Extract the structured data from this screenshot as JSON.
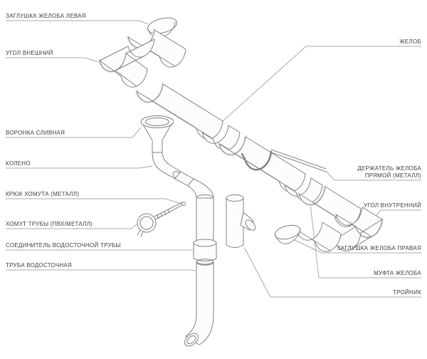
{
  "diagram": {
    "left_labels": [
      "ЗАГЛУШКА ЖЕЛОБА ЛЕВАЯ",
      "УГОЛ ВНЕШНИЙ",
      "ВОРОНКА СЛИВНАЯ",
      "КОЛЕНО",
      "КРЮК ХОМУТА (металл)",
      "ХОМУТ ТРУБЫ (пвх/металл)",
      "СОЕДИНИТЕЛЬ ВОДОСТОЧНОЙ ТРУБЫ",
      "ТРУБА ВОДОСТОЧНАЯ"
    ],
    "right_labels": [
      "ЖЕЛОБ",
      "ДЕРЖАТЕЛЬ ЖЕЛОБА ПРЯМОЙ (металл)",
      "УГОЛ ВНУТРЕННИЙ",
      "ЗАГЛУШКА ЖЕЛОБА ПРАВАЯ",
      "МУФТА ЖЕЛОБА",
      "ТРОЙНИК"
    ],
    "colors": {
      "background": "#ffffff",
      "line": "#7b828b",
      "leader": "#a6abb2",
      "text": "#3a3f46"
    }
  }
}
